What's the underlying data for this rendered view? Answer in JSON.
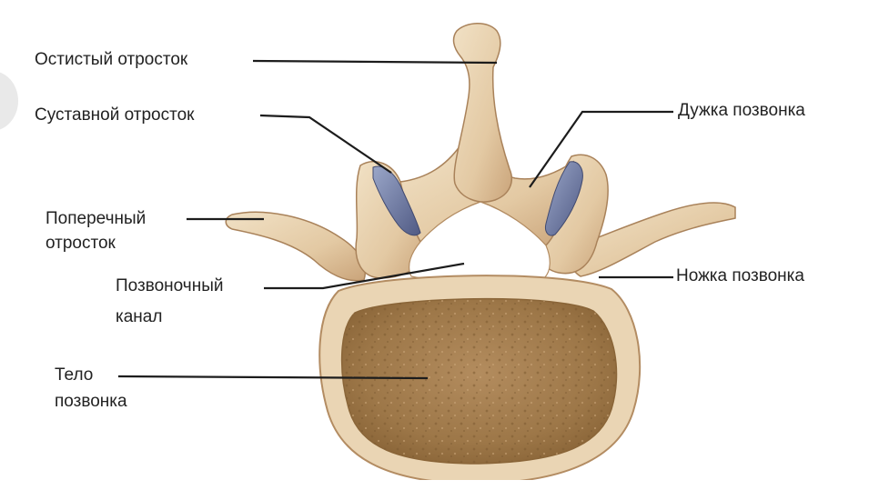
{
  "diagram": {
    "labels": {
      "spinous_process": "Остистый отросток",
      "articular_process": "Суставной отросток",
      "vertebral_arch": "Дужка позвонка",
      "transverse_process_l1": "Поперечный",
      "transverse_process_l2": "отросток",
      "pedicle": "Ножка позвонка",
      "vertebral_canal_l1": "Позвоночный",
      "vertebral_canal_l2": "канал",
      "vertebral_body_l1": "Тело",
      "vertebral_body_l2": "позвонка"
    },
    "colors": {
      "bone": "#e8d3b2",
      "bone_shadow": "#b9906a",
      "cancellous": "#a98458",
      "cortical_rim": "#efdcbc",
      "cartilage": "#6e7ca6",
      "leader_line": "#1c1c1c",
      "text": "#222222"
    }
  }
}
